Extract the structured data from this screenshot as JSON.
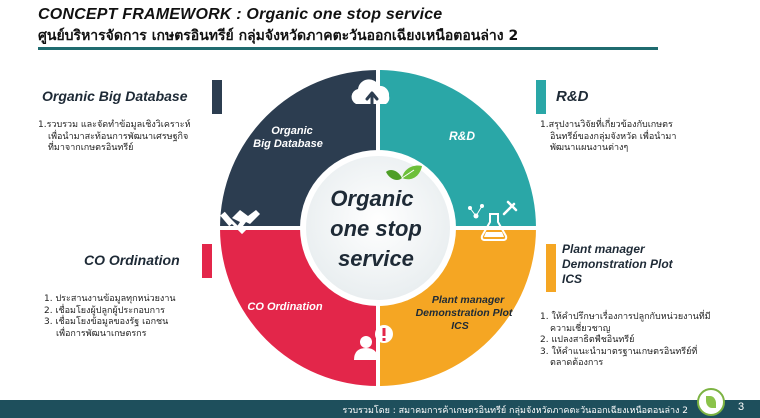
{
  "title": "CONCEPT FRAMEWORK : Organic one stop service",
  "subtitle": "ศูนย์บริหารจัดการ เกษตรอินทรีย์ กลุ่มจังหวัดภาคตะวันออกเฉียงเหนือตอนล่าง 2",
  "center": {
    "line1": "Organic",
    "line2": "one stop",
    "line3": "service"
  },
  "segments": {
    "big_database": {
      "line1": "Organic",
      "line2": "Big Database",
      "color": "#2c3d50"
    },
    "rnd": {
      "label": "R&D",
      "color": "#2aa7a7"
    },
    "plant_manager": {
      "line1": "Plant manager",
      "line2": "Demonstration Plot",
      "line3": "ICS",
      "color": "#f5a623"
    },
    "co_ordination": {
      "label": "CO Ordination",
      "color": "#e3264a"
    }
  },
  "sections": {
    "big_database": {
      "heading": "Organic Big Database",
      "items": [
        "1.รวบรวม และจัดทำข้อมูลเชิงวิเคราะห์",
        "เพื่อนำมาสะท้อนการพัฒนาเศรษฐกิจ",
        "ที่มาจากเกษตรอินทรีย์"
      ]
    },
    "rnd": {
      "heading": "R&D",
      "items": [
        "1.สรุปงานวิจัยที่เกี่ยวข้องกับเกษตร",
        "อินทรีย์ของกลุ่มจังหวัด เพื่อนำมา",
        "พัฒนาแผนงานต่างๆ"
      ]
    },
    "co_ordination": {
      "heading": "CO Ordination",
      "items": [
        "1. ประสานงานข้อมูลทุกหน่วยงาน",
        "2. เชื่อมโยงผู้ปลูกผู้ประกอบการ",
        "3. เชื่อมโยงข้อมูลของรัฐ เอกชน",
        "เพื่อการพัฒนาเกษตรกร"
      ]
    },
    "plant_manager": {
      "heading_line1": "Plant manager",
      "heading_line2": "Demonstration Plot",
      "heading_line3": "ICS",
      "items": [
        "1. ให้คำปรึกษาเรื่องการปลูกกับหน่วยงานที่มี",
        "ความเชี่ยวชาญ",
        "2. แปลงสาธิตพืชอินทรีย์",
        "3. ให้คำแนะนำมาตรฐานเกษตรอินทรีย์ที่",
        "ตลาดต้องการ"
      ]
    }
  },
  "footer": {
    "text": "รวบรวมโดย : สมาคมการค้าเกษตรอินทรีย์ กลุ่มจังหวัดภาคตะวันออกเฉียงเหนือตอนล่าง 2",
    "page_number": "3"
  },
  "icons": [
    "cloud-upload-icon",
    "leaf-icon",
    "flask-icon",
    "handshake-icon",
    "person-alert-icon"
  ]
}
